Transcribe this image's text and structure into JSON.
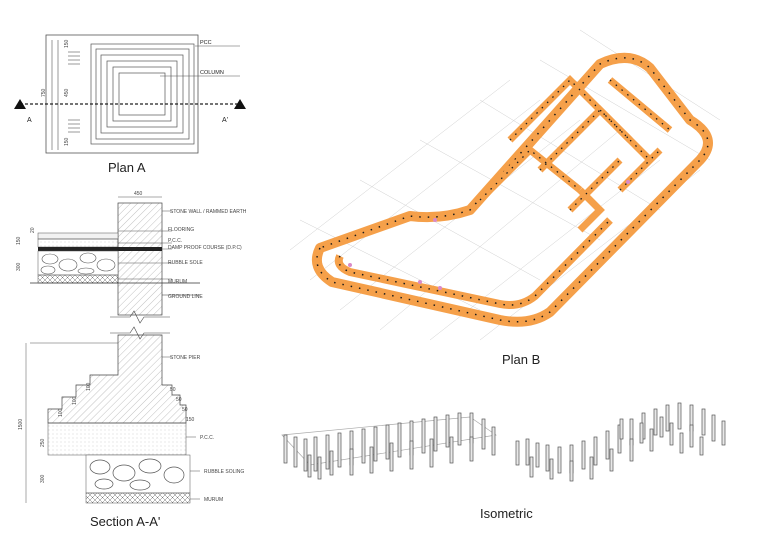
{
  "captions": {
    "plan_a": "Plan A",
    "plan_b": "Plan B",
    "section": "Section A-A'",
    "isometric": "Isometric"
  },
  "plan_a": {
    "label_pcc": "PCC",
    "label_column": "COLUMN",
    "section_left": "A",
    "section_right": "A'",
    "dims": [
      "150",
      "450",
      "150",
      "750"
    ]
  },
  "section": {
    "labels": {
      "stone_wall": "STONE WALL / RAMMED EARTH",
      "flooring": "FLOORING",
      "pcc_top": "P.C.C.",
      "dpc": "DAMP PROOF COURSE (D.P.C)",
      "rubble_sole": "RUBBLE SOLE",
      "murum_top": "MURUM",
      "ground_line": "GROUND LINE",
      "stone_pier": "STONE PIER",
      "pcc_bottom": "P.C.C.",
      "rubble_soling": "RUBBLE SOLING",
      "murum_bottom": "MURUM"
    },
    "dims": {
      "top_width": "450",
      "d20": "20",
      "d150": "150",
      "d300": "300",
      "d1500": "1500",
      "s50a": "50",
      "s50b": "50",
      "s50c": "50",
      "s150": "150",
      "s100a": "100",
      "s100b": "100",
      "s100c": "100",
      "s250": "250",
      "s300": "300"
    }
  },
  "colors": {
    "line": "#333333",
    "plan_b_band": "#f5a04a",
    "plan_b_dots": "#1a1a1a",
    "plan_b_pink": "#d98ac8",
    "grid": "#c8c8c8"
  }
}
